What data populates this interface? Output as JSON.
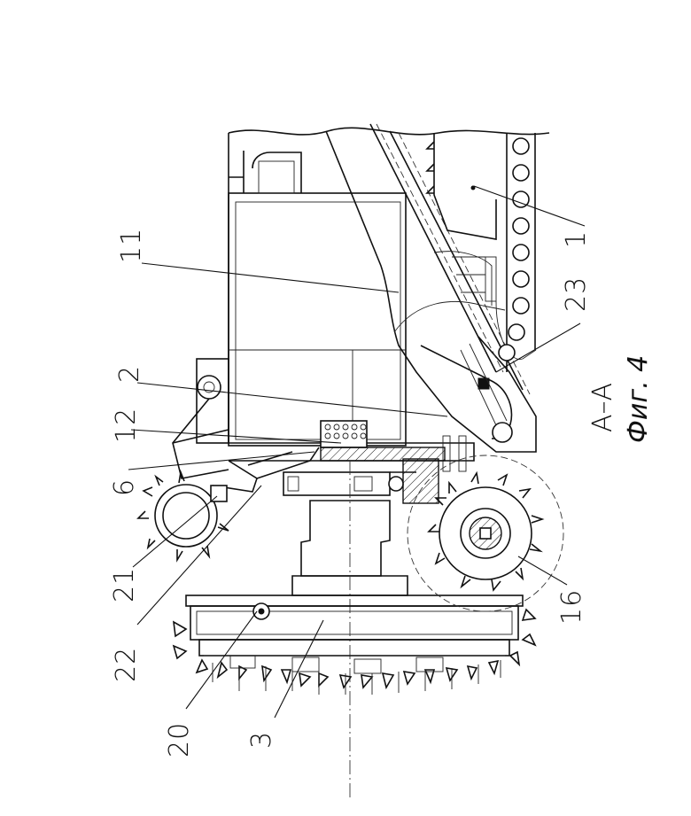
{
  "figure": {
    "section_label": "А–А",
    "figure_caption": "Фиг. 4"
  },
  "callouts": [
    {
      "id": "1",
      "label": "1"
    },
    {
      "id": "2",
      "label": "2"
    },
    {
      "id": "3",
      "label": "3"
    },
    {
      "id": "6",
      "label": "6"
    },
    {
      "id": "11",
      "label": "11"
    },
    {
      "id": "12",
      "label": "12"
    },
    {
      "id": "16",
      "label": "16"
    },
    {
      "id": "20",
      "label": "20"
    },
    {
      "id": "21",
      "label": "21"
    },
    {
      "id": "22",
      "label": "22"
    },
    {
      "id": "23",
      "label": "23"
    }
  ]
}
